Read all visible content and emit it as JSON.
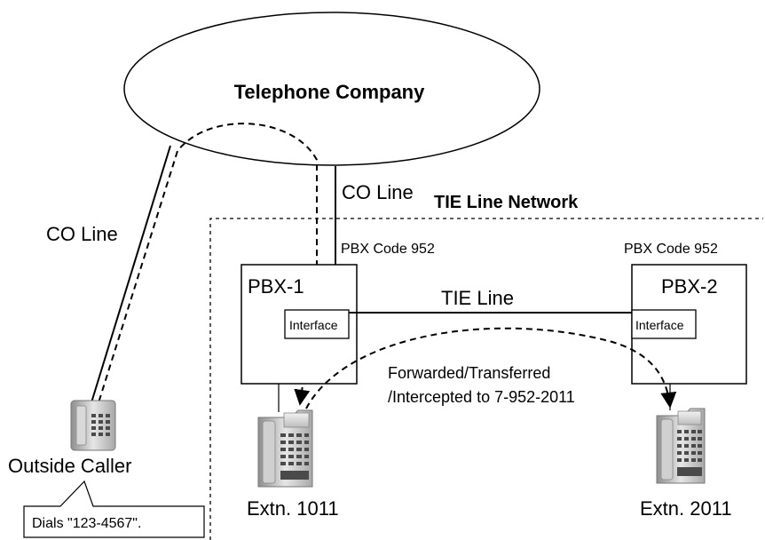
{
  "cloud": {
    "label": "Telephone Company"
  },
  "network": {
    "label": "TIE Line Network"
  },
  "lines": {
    "co_line_left": "CO Line",
    "co_line_center": "CO Line",
    "tie_line": "TIE Line"
  },
  "pbx1": {
    "label": "PBX-1",
    "code": "PBX Code 952",
    "interface": "Interface"
  },
  "pbx2": {
    "label": "PBX-2",
    "code": "PBX Code 952",
    "interface": "Interface"
  },
  "forward_note": {
    "line1": "Forwarded/Transferred",
    "line2": "/Intercepted to 7-952-2011"
  },
  "outside_caller": {
    "label": "Outside Caller",
    "callout": "Dials \"123-4567\"."
  },
  "extn1": {
    "label": "Extn. 1011"
  },
  "extn2": {
    "label": "Extn. 2011"
  }
}
